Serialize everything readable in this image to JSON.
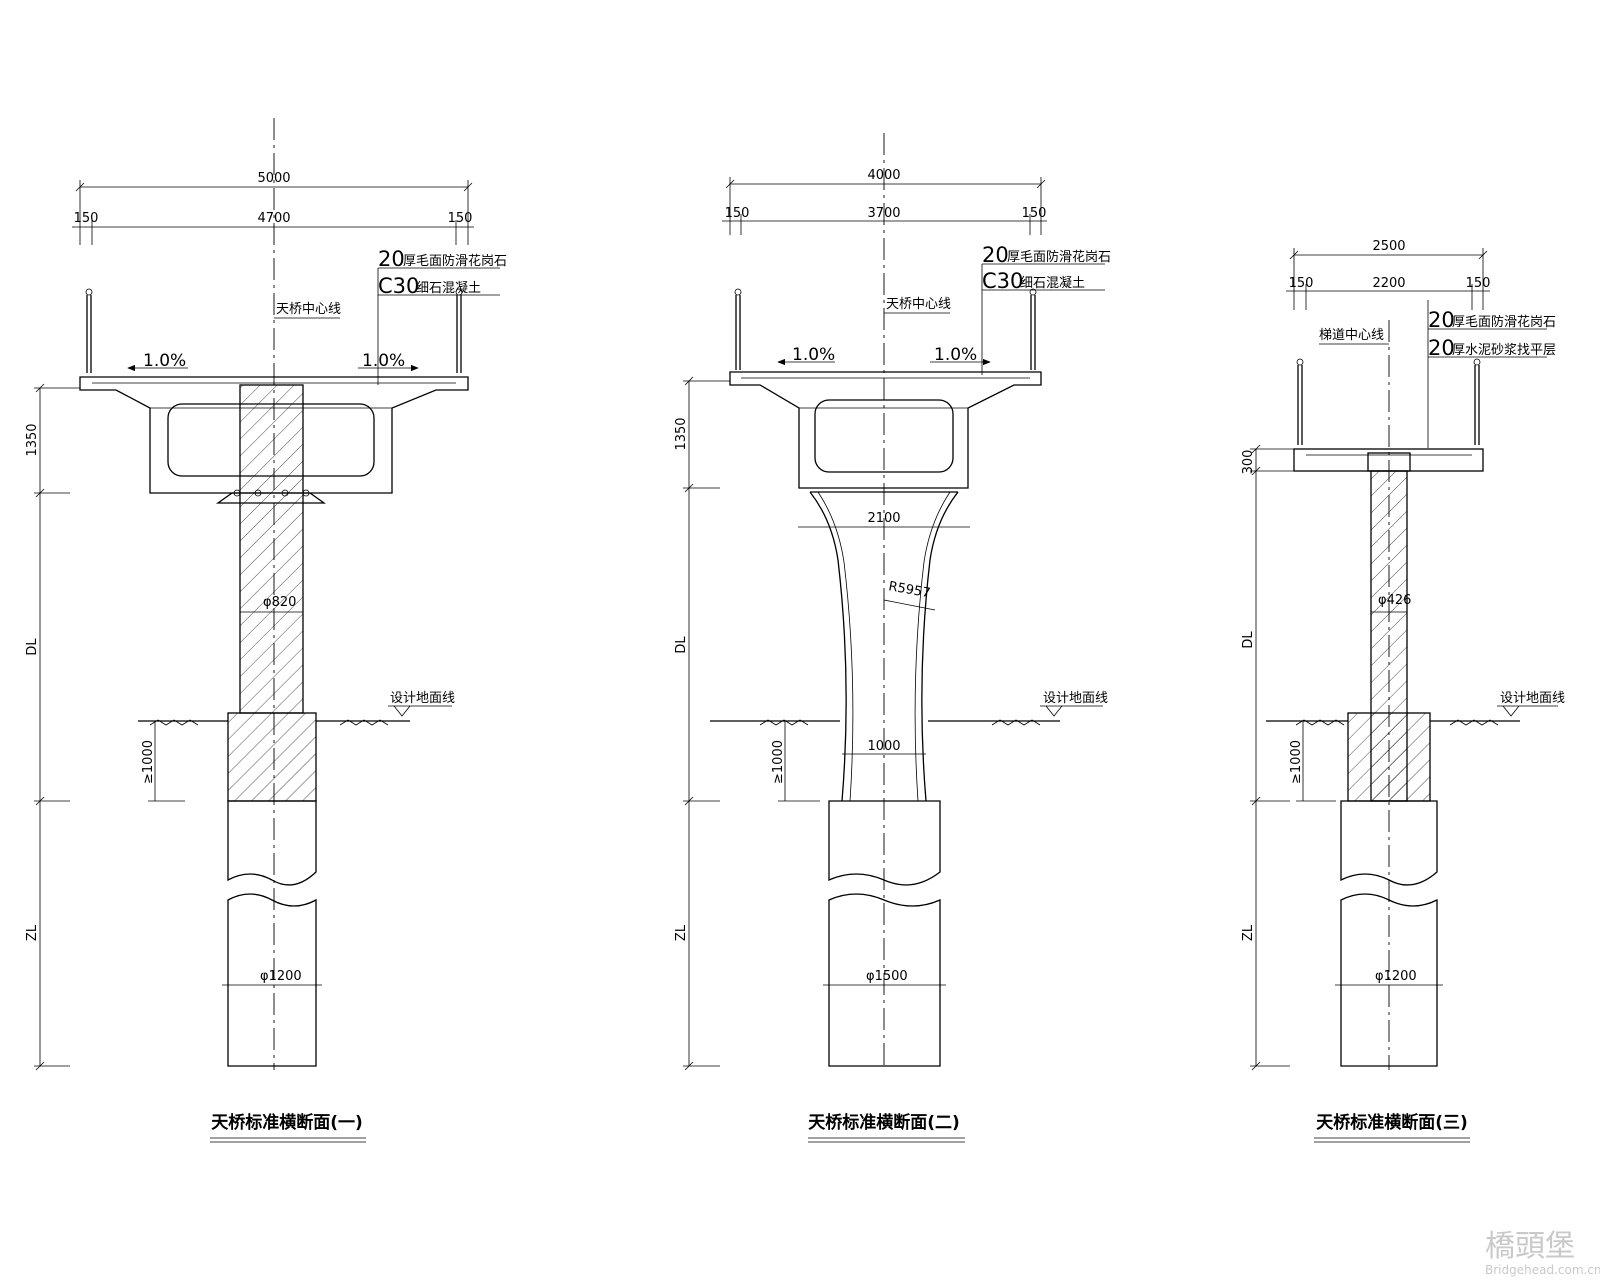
{
  "sections": [
    {
      "title": "天桥标准横断面(一)",
      "dims": {
        "total": "5000",
        "left": "150",
        "middle": "4700",
        "right": "150"
      },
      "notes": [
        {
          "code": "20",
          "text": "厚毛面防滑花岗石"
        },
        {
          "code": "C30",
          "text": "细石混凝土"
        }
      ],
      "centerline": "天桥中心线",
      "slope_left": "1.0%",
      "slope_right": "1.0%",
      "vdims": {
        "beam": "1350",
        "pier": "DL",
        "embed": "≥1000",
        "pile": "ZL"
      },
      "pier_dia": "φ820",
      "pile_dia": "φ1200",
      "ground": "设计地面线"
    },
    {
      "title": "天桥标准横断面(二)",
      "dims": {
        "total": "4000",
        "left": "150",
        "middle": "3700",
        "right": "150"
      },
      "notes": [
        {
          "code": "20",
          "text": "厚毛面防滑花岗石"
        },
        {
          "code": "C30",
          "text": "细石混凝土"
        }
      ],
      "centerline": "天桥中心线",
      "slope_left": "1.0%",
      "slope_right": "1.0%",
      "vdims": {
        "beam": "1350",
        "pier": "DL",
        "embed": "≥1000",
        "pile": "ZL"
      },
      "cap_width": "2100",
      "radius": "R5957",
      "neck_width": "1000",
      "pile_dia": "φ1500",
      "ground": "设计地面线"
    },
    {
      "title": "天桥标准横断面(三)",
      "dims": {
        "total": "2500",
        "left": "150",
        "middle": "2200",
        "right": "150"
      },
      "notes": [
        {
          "code": "20",
          "text": "厚毛面防滑花岗石"
        },
        {
          "code": "20",
          "text": "厚水泥砂浆找平层"
        }
      ],
      "centerline": "梯道中心线",
      "vdims": {
        "beam": "300",
        "pier": "DL",
        "embed": "≥1000",
        "pile": "ZL"
      },
      "pier_dia": "φ426",
      "pile_dia": "φ1200",
      "ground": "设计地面线"
    }
  ],
  "watermark": {
    "cn": "橋頭堡",
    "en": "Bridgehead.com.cn"
  }
}
